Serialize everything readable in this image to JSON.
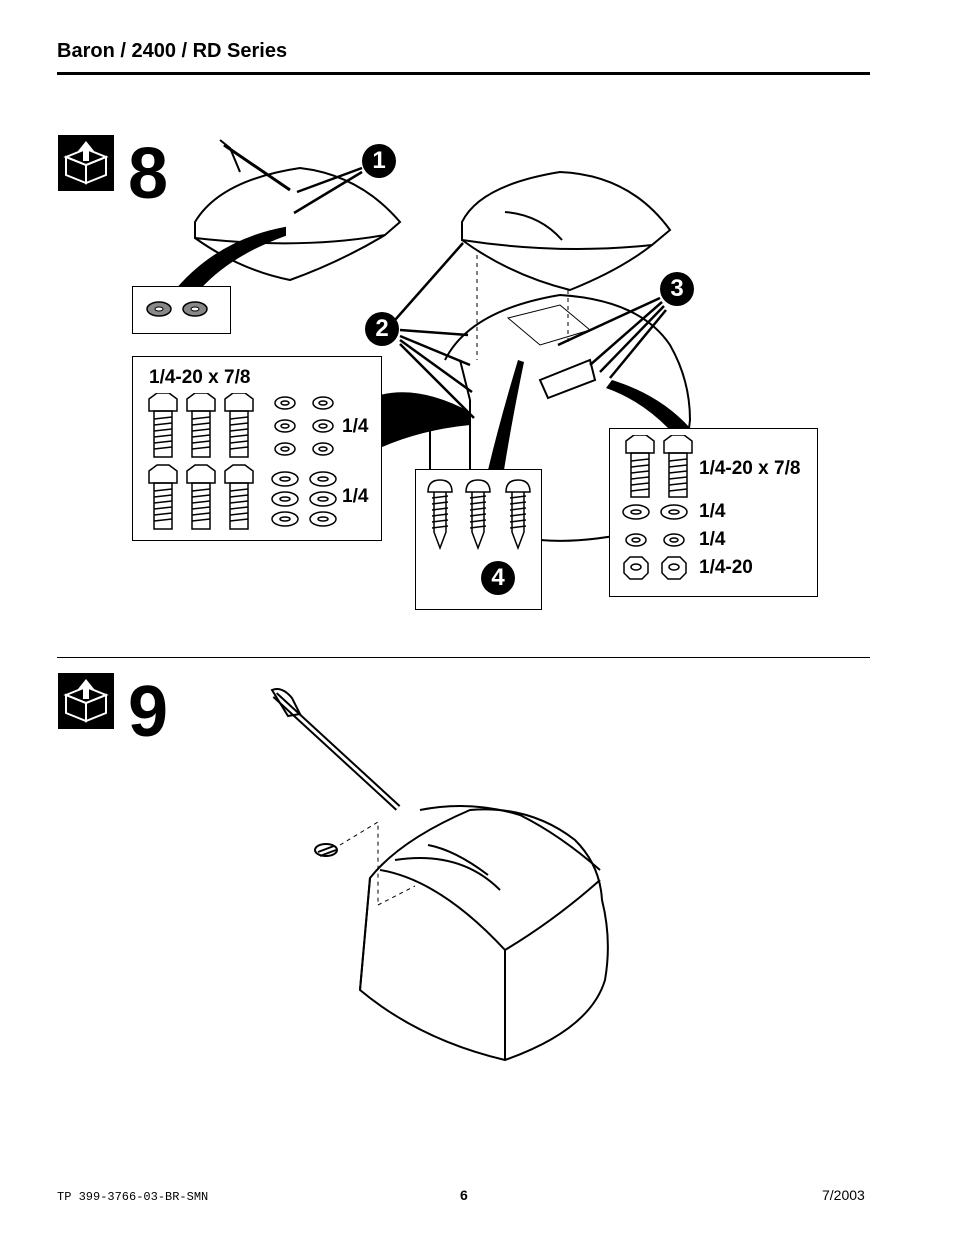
{
  "header": {
    "title": "Baron / 2400 / RD Series"
  },
  "steps": [
    {
      "number": "8",
      "icon": "open-box-icon"
    },
    {
      "number": "9",
      "icon": "open-box-icon"
    }
  ],
  "callouts": [
    "1",
    "2",
    "3",
    "4"
  ],
  "hardware_boxes": {
    "left": {
      "bolt_label": "1/4-20 x 7/8",
      "washer_label_1": "1/4",
      "washer_label_2": "1/4"
    },
    "right": {
      "bolt_label": "1/4-20 x 7/8",
      "flat_washer_label": "1/4",
      "lock_washer_label": "1/4",
      "nut_label": "1/4-20"
    }
  },
  "footer": {
    "doc_code": "TP 399-3766-03-BR-SMN",
    "page": "6",
    "date": "7/2003"
  }
}
